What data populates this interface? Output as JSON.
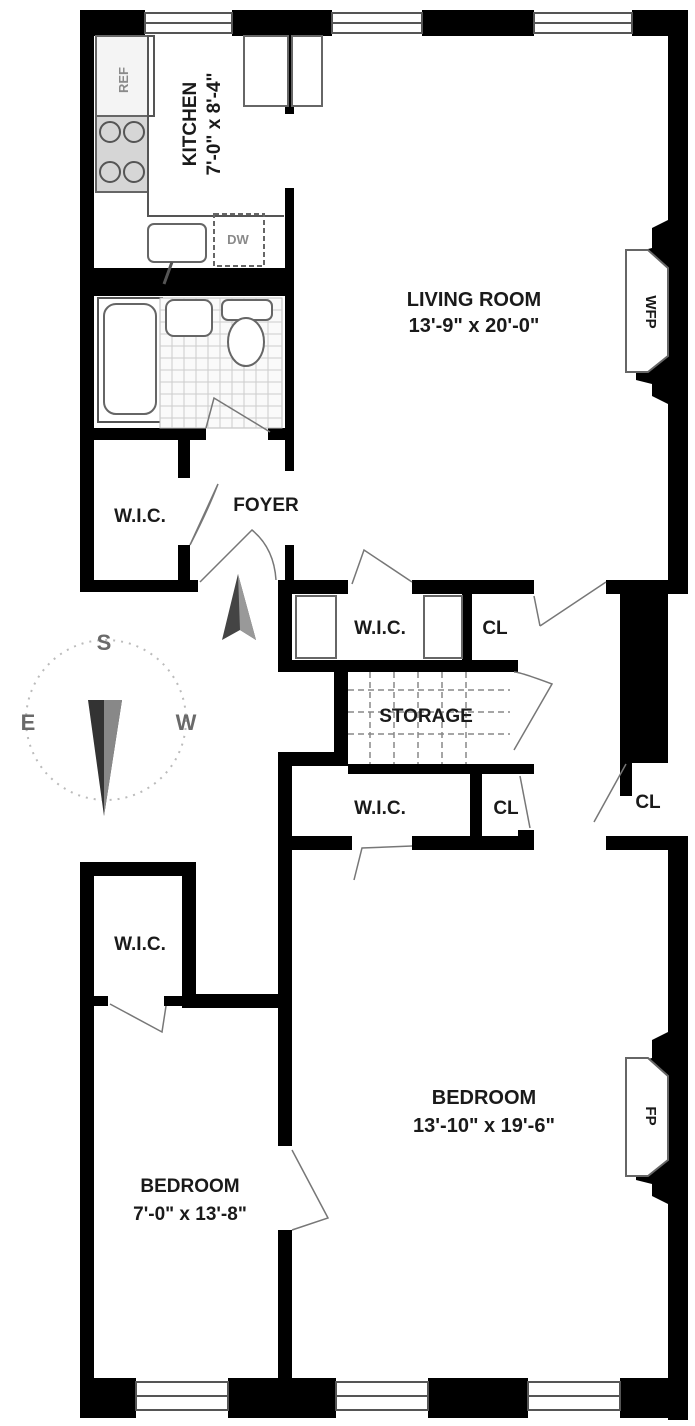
{
  "rooms": {
    "kitchen": {
      "name": "KITCHEN",
      "dims": "7'-0\" x 8'-4\""
    },
    "living_room": {
      "name": "LIVING ROOM",
      "dims": "13'-9\" x 20'-0\""
    },
    "foyer": {
      "name": "FOYER"
    },
    "bedroom_main": {
      "name": "BEDROOM",
      "dims": "13'-10\" x 19'-6\""
    },
    "bedroom_small": {
      "name": "BEDROOM",
      "dims": "7'-0\" x 13'-8\""
    },
    "storage": {
      "name": "STORAGE"
    },
    "wic_foyer": {
      "name": "W.I.C."
    },
    "wic_center": {
      "name": "W.I.C."
    },
    "wic_bedroom": {
      "name": "W.I.C."
    },
    "wic_small_bedroom": {
      "name": "W.I.C."
    },
    "cl_center": {
      "name": "CL"
    },
    "cl_lower": {
      "name": "CL"
    },
    "cl_right": {
      "name": "CL"
    }
  },
  "fixtures": {
    "ref": "REF",
    "dw": "DW",
    "wfp": "WFP",
    "fp": "FP"
  },
  "compass": {
    "s": "S",
    "e": "E",
    "w": "W"
  },
  "colors": {
    "wall": "#000000",
    "fixture": "#ececec",
    "label": "#1a1a1a"
  }
}
